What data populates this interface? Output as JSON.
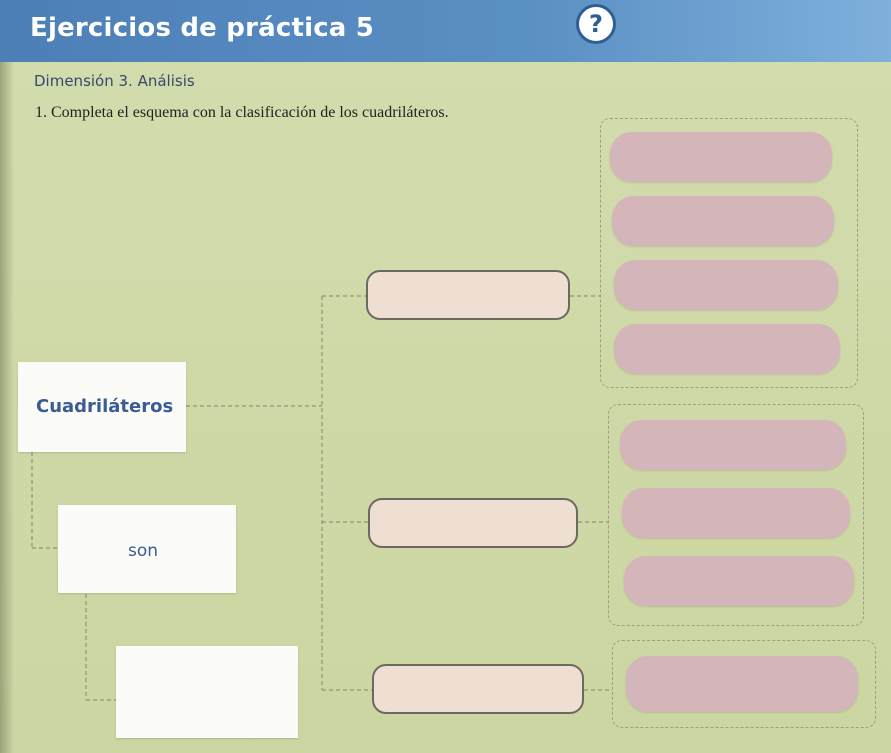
{
  "header": {
    "title": "Ejercicios de práctica 5",
    "help_icon": "question-icon",
    "help_symbol": "?"
  },
  "section": {
    "dimension": "Dimensión 3. Análisis",
    "instruction": "1. Completa el esquema con la clasificación de los cuadriláteros."
  },
  "diagram": {
    "root_label": "Cuadriláteros",
    "connector_label": "son",
    "category_answers": [
      "",
      "",
      ""
    ],
    "groups": [
      {
        "answers": [
          "",
          "",
          "",
          ""
        ]
      },
      {
        "answers": [
          "",
          "",
          ""
        ]
      },
      {
        "answers": [
          ""
        ]
      }
    ]
  }
}
